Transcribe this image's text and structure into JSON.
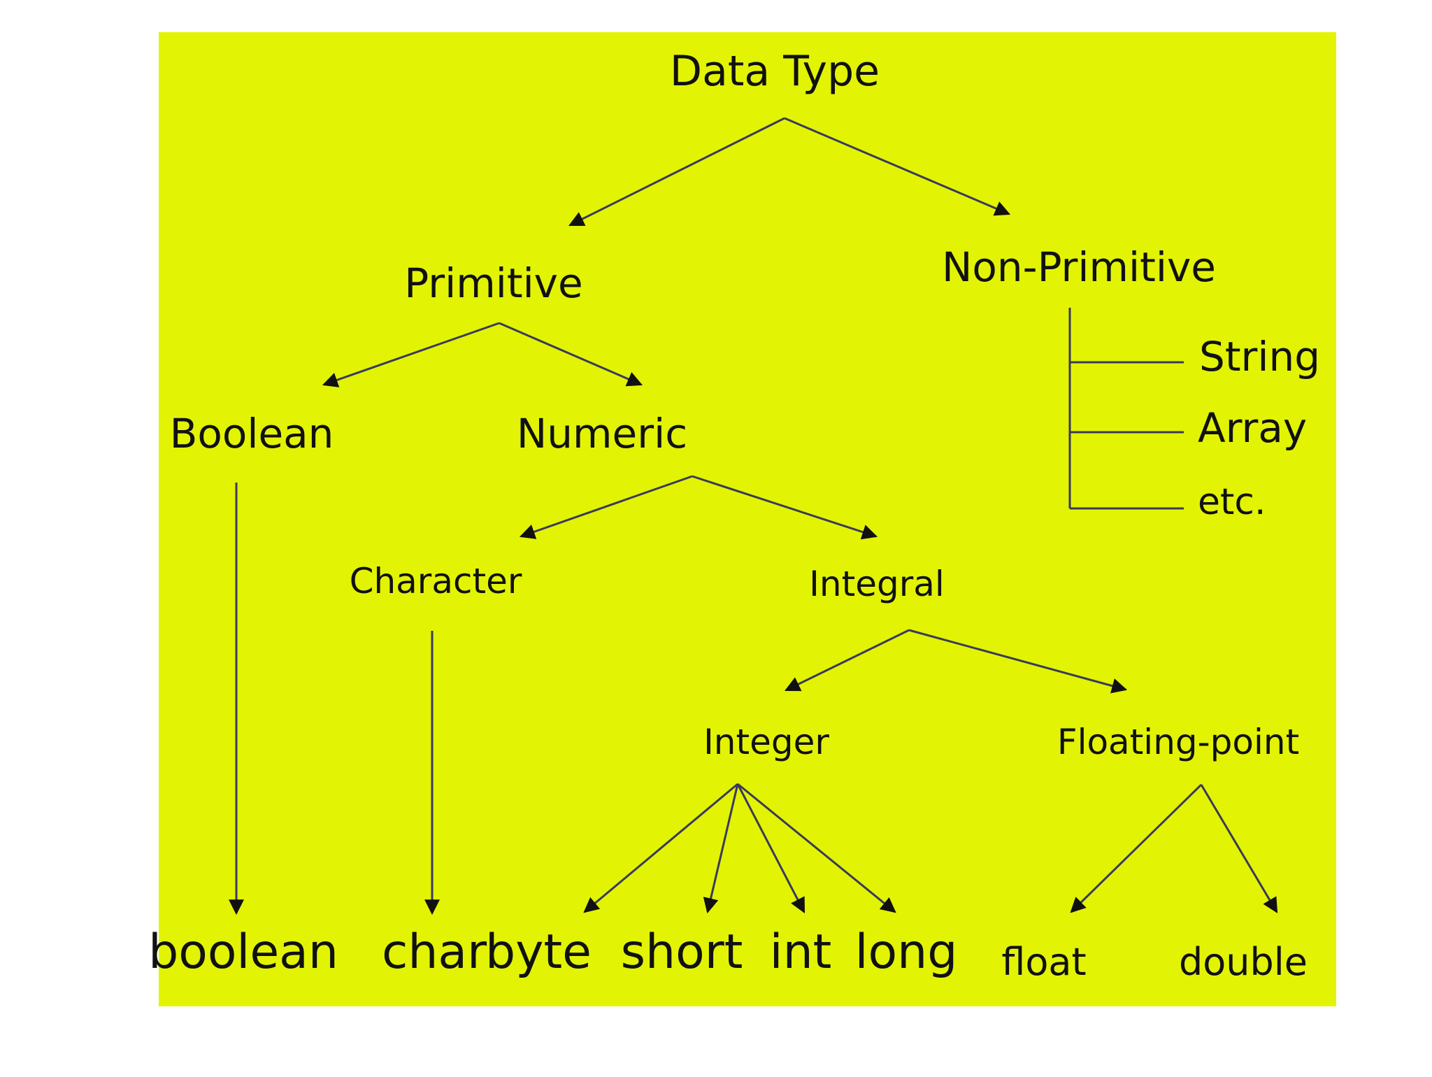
{
  "colors": {
    "page_background": "#ffffff",
    "panel_background": "#e2f404",
    "line": "#3a3a5a",
    "text": "#111111"
  },
  "nodes": {
    "data_type": "Data Type",
    "primitive": "Primitive",
    "non_primitive": "Non-Primitive",
    "boolean_category": "Boolean",
    "numeric": "Numeric",
    "character": "Character",
    "integral": "Integral",
    "integer": "Integer",
    "floating_point": "Floating-point",
    "string": "String",
    "array": "Array",
    "etc": "etc.",
    "boolean": "boolean",
    "char": "char",
    "byte": "byte",
    "short": "short",
    "int": "int",
    "long": "long",
    "float": "float",
    "double": "double"
  }
}
